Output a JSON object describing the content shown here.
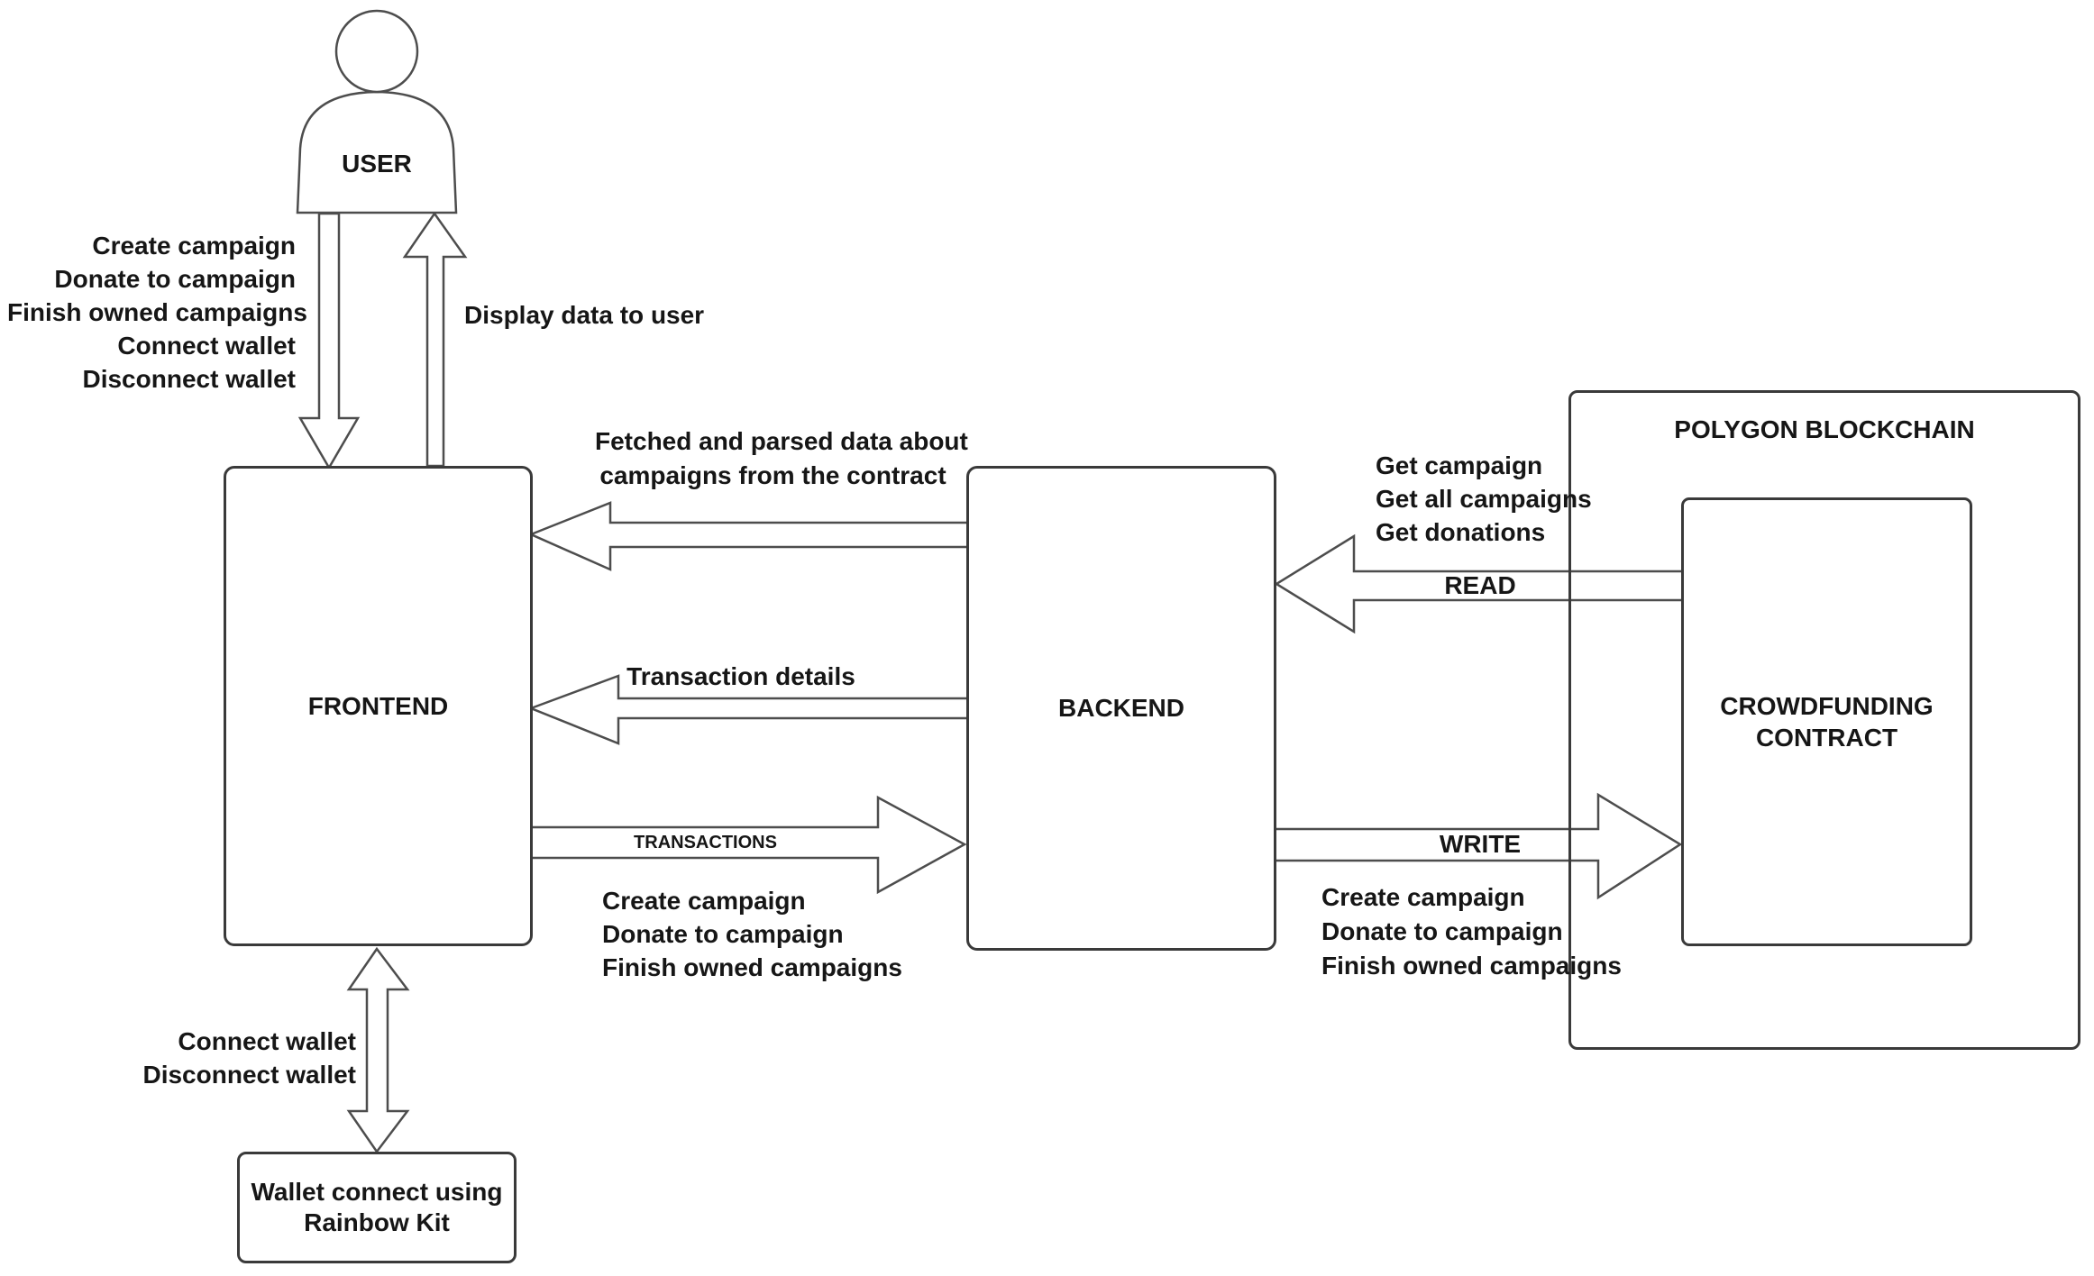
{
  "nodes": {
    "user": {
      "label": "USER"
    },
    "frontend": {
      "label": "FRONTEND"
    },
    "backend": {
      "label": "BACKEND"
    },
    "polygon_blockchain": {
      "label": "POLYGON BLOCKCHAIN"
    },
    "crowdfunding_contract": {
      "lines": [
        "CROWDFUNDING",
        "CONTRACT"
      ]
    },
    "wallet_connect": {
      "lines": [
        "Wallet connect using",
        "Rainbow Kit"
      ]
    }
  },
  "edges": {
    "user_to_frontend": {
      "lines": [
        "Create campaign",
        "Donate to campaign",
        "Finish owned campaigns",
        "Connect wallet",
        "Disconnect wallet"
      ]
    },
    "frontend_to_user": {
      "label": "Display data to user"
    },
    "backend_to_frontend_data": {
      "lines": [
        "Fetched and parsed data about",
        "campaigns from the contract"
      ]
    },
    "backend_to_frontend_tx": {
      "label": "Transaction details"
    },
    "frontend_to_backend": {
      "caption": "TRANSACTIONS",
      "lines": [
        "Create campaign",
        "Donate to campaign",
        "Finish owned campaigns"
      ]
    },
    "contract_to_backend": {
      "caption": "READ",
      "lines": [
        "Get campaign",
        "Get all campaigns",
        "Get donations"
      ]
    },
    "backend_to_contract": {
      "caption": "WRITE",
      "lines": [
        "Create campaign",
        "Donate to campaign",
        "Finish owned campaigns"
      ]
    },
    "frontend_to_wallet": {
      "lines": [
        "Connect wallet",
        "Disconnect wallet"
      ]
    }
  },
  "colors": {
    "background": "#ffffff",
    "box_border": "#3a3a3a",
    "arrow_stroke": "#4d4d4d",
    "text": "#161616"
  }
}
